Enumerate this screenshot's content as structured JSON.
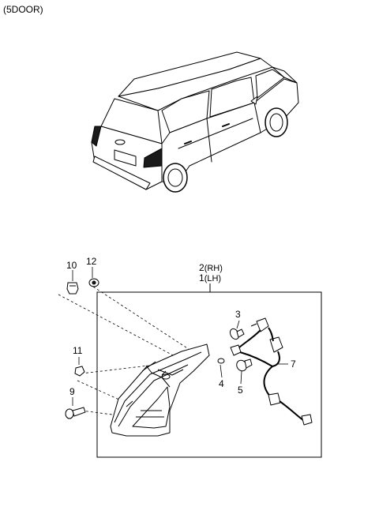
{
  "header": {
    "variant": "(5DOOR)"
  },
  "callouts": {
    "p2": "2",
    "p2_side": "(RH)",
    "p1": "1",
    "p1_side": "(LH)",
    "p3": "3",
    "p4": "4",
    "p5": "5",
    "p7": "7",
    "p9": "9",
    "p10": "10",
    "p11": "11",
    "p12": "12"
  },
  "colors": {
    "line": "#000000",
    "fill_dark": "#1a1a1a",
    "background": "#ffffff"
  }
}
